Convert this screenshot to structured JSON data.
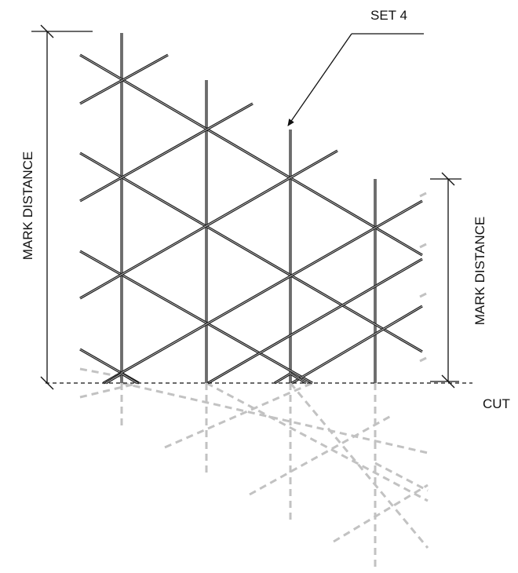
{
  "labels": {
    "set": "SET 4",
    "mark_left": "MARK DISTANCE",
    "mark_right": "MARK DISTANCE",
    "cut": "CUT"
  }
}
